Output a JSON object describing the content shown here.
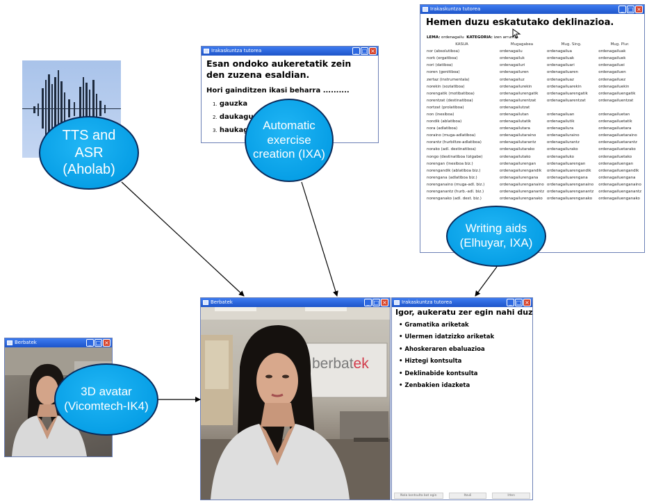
{
  "bubbles": {
    "tts": "TTS and ASR (Aholab)",
    "exercise": "Automatic exercise creation (IXA)",
    "writing": "Writing aids (Elhuyar, IXA)",
    "avatar": "3D avatar (Vicomtech-IK4)"
  },
  "exercise_window": {
    "title": "Irakaskuntza tutorea",
    "question": "Esan ondoko aukeretatik zein den zuzena esaldian.",
    "sentence": "Hori gainditzen ikasi beharra ..........",
    "options": [
      {
        "num": "1.",
        "text": "gauzka"
      },
      {
        "num": "2.",
        "text": "daukagu"
      },
      {
        "num": "3.",
        "text": "haukagu"
      }
    ]
  },
  "declension_window": {
    "title": "Irakaskuntza tutorea",
    "heading": "Hemen duzu eskatutako deklinazioa.",
    "lema_label": "LEMA:",
    "lema_value": "ordenagailu",
    "category_label": "KATEGORIA:",
    "category_value": "izen arrunta",
    "columns": [
      "KASUA",
      "Mugagabea",
      "Mug. Sing.",
      "Mug. Plur."
    ],
    "rows": [
      [
        "nor (absolutiboa)",
        "ordenagailu",
        "ordenagailua",
        "ordenagailuak"
      ],
      [
        "nork (ergatiboa)",
        "ordenagailuk",
        "ordenagailuak",
        "ordenagailuek"
      ],
      [
        "nori (datiboa)",
        "ordenagailuri",
        "ordenagailuari",
        "ordenagailuei"
      ],
      [
        "noren (genitiboa)",
        "ordenagailuren",
        "ordenagailuaren",
        "ordenagailuen"
      ],
      [
        "zertaz (instrumentala)",
        "ordenagailuz",
        "ordenagailuaz",
        "ordenagailuez"
      ],
      [
        "norekin (soziatiboa)",
        "ordenagailurekin",
        "ordenagailuarekin",
        "ordenagailuekin"
      ],
      [
        "norengatik (motibatiboa)",
        "ordenagailurengatik",
        "ordenagailuarengatik",
        "ordenagailuengatik"
      ],
      [
        "norentzat (destinatiboa)",
        "ordenagailurentzat",
        "ordenagailuarentzat",
        "ordenagailuentzat"
      ],
      [
        "nortzat (prolatiboa)",
        "ordenagailutzat",
        "",
        ""
      ],
      [
        "non (inesiboa)",
        "ordenagailutan",
        "ordenagailuan",
        "ordenagailuetan"
      ],
      [
        "nondik (ablatiboa)",
        "ordenagailutatik",
        "ordenagailutik",
        "ordenagailuetatik"
      ],
      [
        "nora (adlatiboa)",
        "ordenagailutara",
        "ordenagailura",
        "ordenagailuetara"
      ],
      [
        "noraino (muga-adlatiboa)",
        "ordenagailutaraino",
        "ordenagailuraino",
        "ordenagailuetaraino"
      ],
      [
        "norantz (hurbiltze-adlatiboa)",
        "ordenagailutarantz",
        "ordenagailurantz",
        "ordenagailuetarantz"
      ],
      [
        "norako (adl. destinatiboa)",
        "ordenagailutarako",
        "ordenagailurako",
        "ordenagailuetarako"
      ],
      [
        "nongo (destinatiboa lizigabe)",
        "ordenagailutako",
        "ordenagailuko",
        "ordenagailuetako"
      ],
      [
        "norengan (inesiboa biz.)",
        "ordenagailurengan",
        "ordenagailuarengan",
        "ordenagailuengan"
      ],
      [
        "norengandik (ablatiboa biz.)",
        "ordenagailurengandik",
        "ordenagailuarengandik",
        "ordenagailuengandik"
      ],
      [
        "norengana (adlatiboa biz.)",
        "ordenagailurengana",
        "ordenagailuarengana",
        "ordenagailuengana"
      ],
      [
        "norenganaino (muga-adl. biz.)",
        "ordenagailurenganaino",
        "ordenagailuarenganaino",
        "ordenagailuenganaino"
      ],
      [
        "norenganantz (hurb.-adl. biz.)",
        "ordenagailurenganantz",
        "ordenagailuarenganantz",
        "ordenagailuenganantz"
      ],
      [
        "norenganako (adl. dest. biz.)",
        "ordenagailurenganako",
        "ordenagailuarenganako",
        "ordenagailuenganako"
      ]
    ]
  },
  "avatar_small_window": {
    "title": "Berbatek"
  },
  "main_window": {
    "title": "Berbatek",
    "wall_logo_a": "berbat",
    "wall_logo_b": "ek"
  },
  "tutor_window": {
    "title": "Irakaskuntza tutorea",
    "heading": "Igor, aukeratu zer egin nahi duzun.",
    "menu": [
      "Gramatika ariketak",
      "Ulermen idatzizko ariketak",
      "Ahoskeraren ebaluazioa",
      "Hiztegi kontsulta",
      "Deklinabide kontsulta",
      "Zenbakien idazketa"
    ],
    "buttons": [
      "Nola kontsulta bat egin",
      "Itzuli",
      "Irten"
    ]
  },
  "colors": {
    "bubble_fill": "#079fe6",
    "bubble_border": "#0a2a5a",
    "titlebar": "#2a63d8",
    "waveform": "#4a6fb5"
  }
}
